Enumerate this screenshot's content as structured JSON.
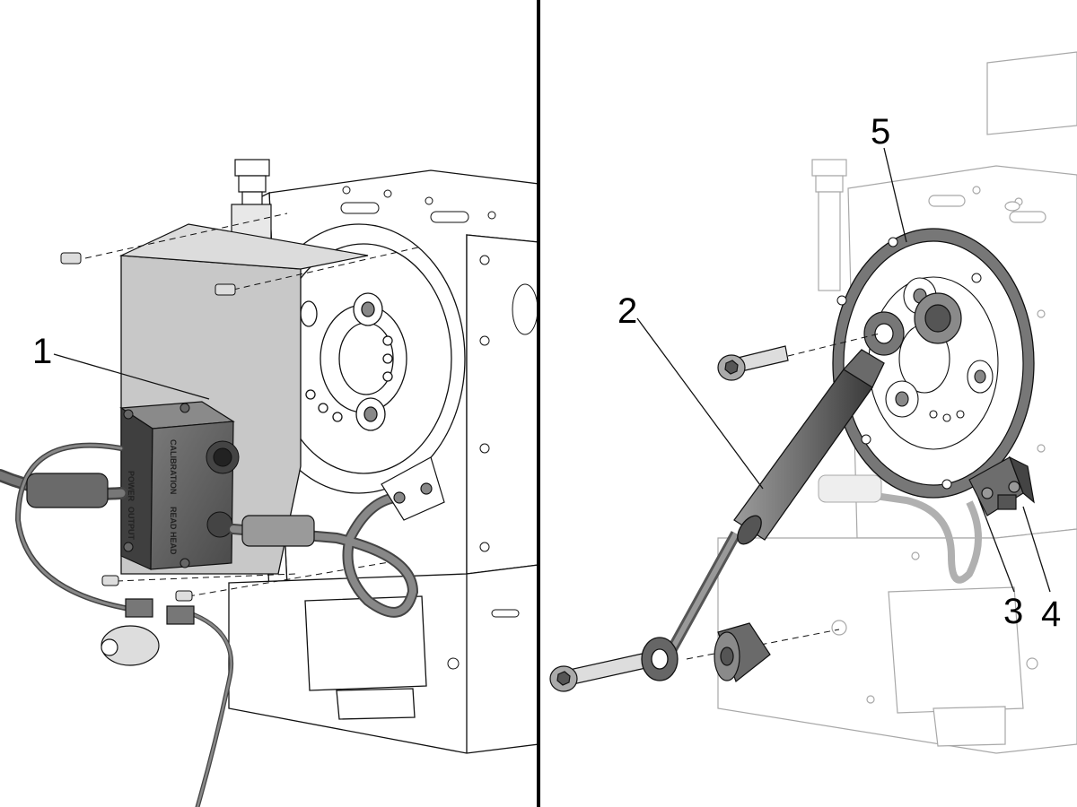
{
  "callouts": {
    "c1": "1",
    "c2": "2",
    "c3": "3",
    "c4": "4",
    "c5": "5"
  },
  "box_labels": {
    "calibration": "CALIBRATION",
    "power": "POWER",
    "output": "OUTPUT",
    "read_head": "READ HEAD"
  },
  "colors": {
    "line": "#111111",
    "faded_line": "#9a9a9a",
    "plate": "#c8c8c8",
    "dark_part": "#6f6f6f",
    "box": "#5c5c5c"
  }
}
